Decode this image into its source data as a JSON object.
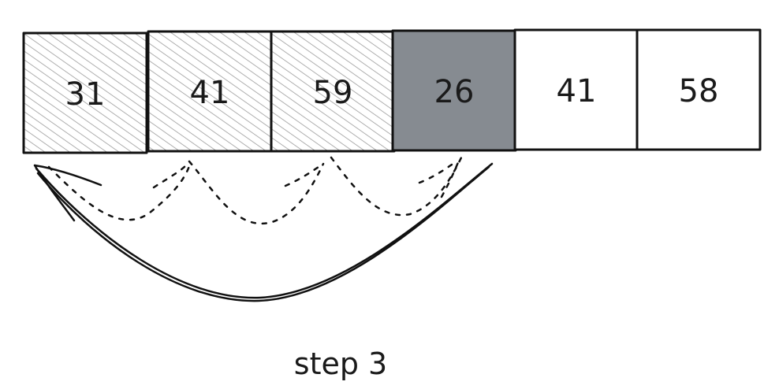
{
  "cells": [
    {
      "value": "31",
      "state": "sorted"
    },
    {
      "value": "41",
      "state": "sorted"
    },
    {
      "value": "59",
      "state": "sorted"
    },
    {
      "value": "26",
      "state": "current"
    },
    {
      "value": "41",
      "state": "unsorted"
    },
    {
      "value": "58",
      "state": "unsorted"
    }
  ],
  "caption": "step 3",
  "colors": {
    "current_fill": "#868b91",
    "hatch": "#9a9a9a",
    "stroke": "#111111",
    "background": "#ffffff"
  }
}
